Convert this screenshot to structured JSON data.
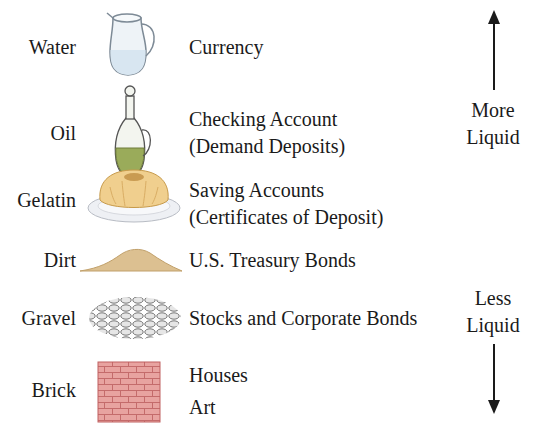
{
  "diagram": {
    "labels": [
      "Water",
      "Currency",
      "Oil",
      "Checking Account (Demand Deposits)",
      "Gelatin",
      "Saving Accounts (Certificates of Deposit)",
      "Dirt",
      "U.S. Treasury Bonds",
      "Gravel",
      "Stocks and Corporate Bonds",
      "Brick",
      "Houses",
      "Art",
      "More Liquid",
      "Less Liquid"
    ]
  }
}
